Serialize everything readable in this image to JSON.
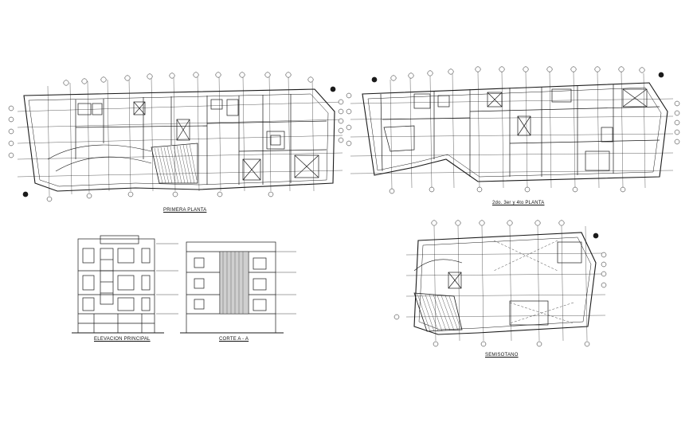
{
  "drawing": {
    "views": [
      {
        "id": "primera",
        "caption": "PRIMERA PLANTA"
      },
      {
        "id": "segundo",
        "caption": "2do. 3er y 4to PLANTA"
      },
      {
        "id": "elevacion",
        "caption": "ELEVACION PRINCIPAL"
      },
      {
        "id": "corte",
        "caption": "CORTE A - A"
      },
      {
        "id": "semisotano",
        "caption": "SEMISOTANO"
      }
    ],
    "line_color": "#1a1a1a",
    "background": "#ffffff"
  }
}
